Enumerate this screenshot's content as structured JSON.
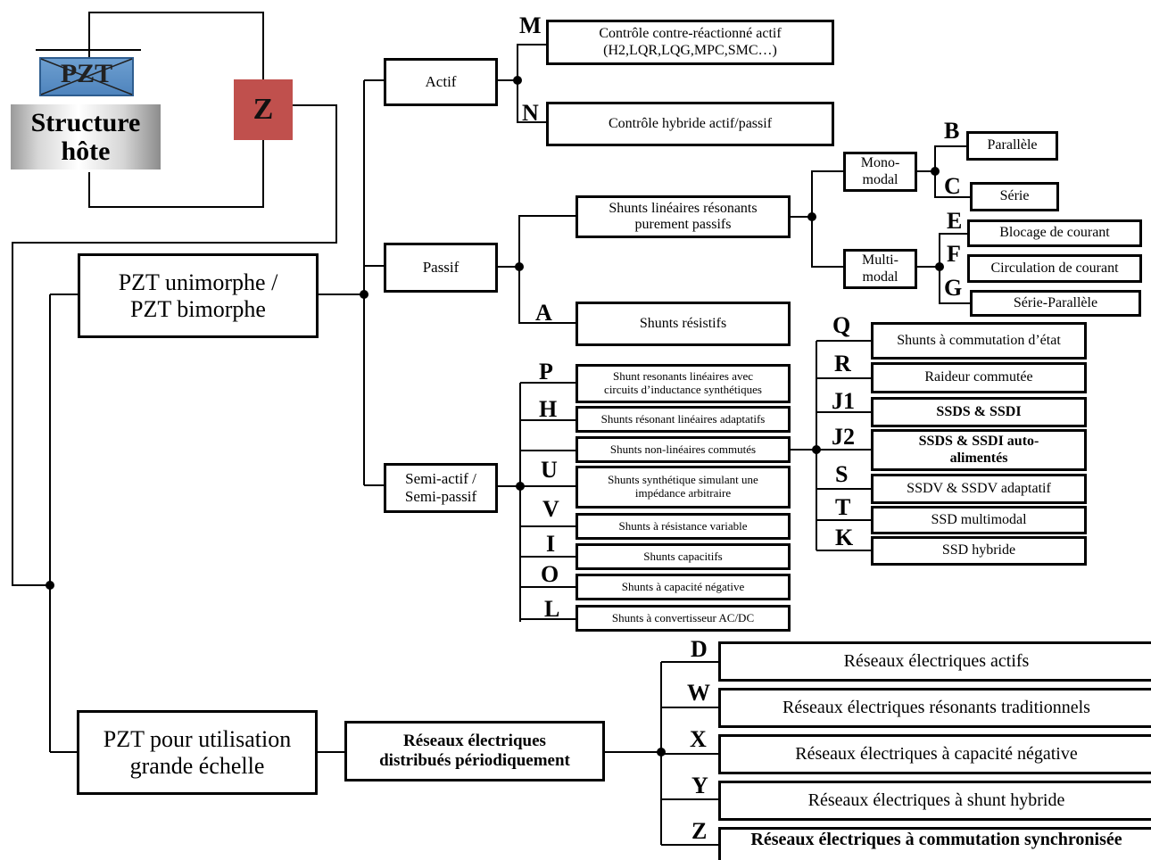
{
  "setup": {
    "pzt_label": "PZT",
    "host_line1": "Structure",
    "host_line2": "hôte",
    "impedance_label": "Z",
    "pzt_color": "#4f84bd",
    "impedance_color": "#c0504d"
  },
  "pzt_types": {
    "unimorph_line1": "PZT unimorphe  /",
    "unimorph_line2": "PZT bimorphe",
    "large_scale_line1": "PZT pour utilisation",
    "large_scale_line2": "grande échelle"
  },
  "categories": {
    "actif": "Actif",
    "passif": "Passif",
    "semi_line1": "Semi-actif /",
    "semi_line2": "Semi-passif",
    "networks_line1": "Réseaux électriques",
    "networks_line2": "distribués périodiquement"
  },
  "actif_items": [
    {
      "letter": "M",
      "line1": "Contrôle contre-réactionné actif",
      "line2": "(H2,LQR,LQG,MPC,SMC…)"
    },
    {
      "letter": "N",
      "line1": "Contrôle hybride actif/passif"
    }
  ],
  "passif": {
    "resonant_line1": "Shunts linéaires résonants",
    "resonant_line2": "purement passifs",
    "resistive": {
      "letter": "A",
      "label": "Shunts résistifs"
    },
    "mono_line1": "Mono-",
    "mono_line2": "modal",
    "multi_line1": "Multi-",
    "multi_line2": "modal",
    "mono_items": [
      {
        "letter": "B",
        "label": "Parallèle"
      },
      {
        "letter": "C",
        "label": "Série"
      }
    ],
    "multi_items": [
      {
        "letter": "E",
        "label": "Blocage de courant"
      },
      {
        "letter": "F",
        "label": "Circulation de courant"
      },
      {
        "letter": "G",
        "label": "Série-Parallèle"
      }
    ]
  },
  "semi_items": [
    {
      "letter": "P",
      "line1": "Shunt resonants linéaires avec",
      "line2": "circuits d’inductance synthétiques"
    },
    {
      "letter": "H",
      "line1": "Shunts résonant linéaires adaptatifs"
    },
    {
      "letter": "",
      "line1": "Shunts non-linéaires commutés"
    },
    {
      "letter": "U",
      "line1": "Shunts synthétique simulant une",
      "line2": "impédance arbitraire"
    },
    {
      "letter": "V",
      "line1": "Shunts à résistance variable"
    },
    {
      "letter": "I",
      "line1": "Shunts capacitifs"
    },
    {
      "letter": "O",
      "line1": "Shunts à capacité négative"
    },
    {
      "letter": "L",
      "line1": "Shunts à convertisseur AC/DC"
    }
  ],
  "switched_items": [
    {
      "letter": "Q",
      "line1": "Shunts à commutation d’état"
    },
    {
      "letter": "R",
      "line1": "Raideur commutée"
    },
    {
      "letter": "J1",
      "line1": "SSDS & SSDI"
    },
    {
      "letter": "J2",
      "line1": "SSDS & SSDI auto-",
      "line2": "alimentés"
    },
    {
      "letter": "S",
      "line1": "SSDV & SSDV adaptatif"
    },
    {
      "letter": "T",
      "line1": "SSD multimodal"
    },
    {
      "letter": "K",
      "line1": "SSD hybride"
    }
  ],
  "network_items": [
    {
      "letter": "D",
      "label": "Réseaux électriques actifs"
    },
    {
      "letter": "W",
      "label": "Réseaux électriques résonants traditionnels"
    },
    {
      "letter": "X",
      "label": "Réseaux électriques à capacité négative"
    },
    {
      "letter": "Y",
      "label": "Réseaux électriques à shunt hybride"
    },
    {
      "letter": "Z",
      "label": "Réseaux électriques à commutation synchronisée"
    }
  ]
}
